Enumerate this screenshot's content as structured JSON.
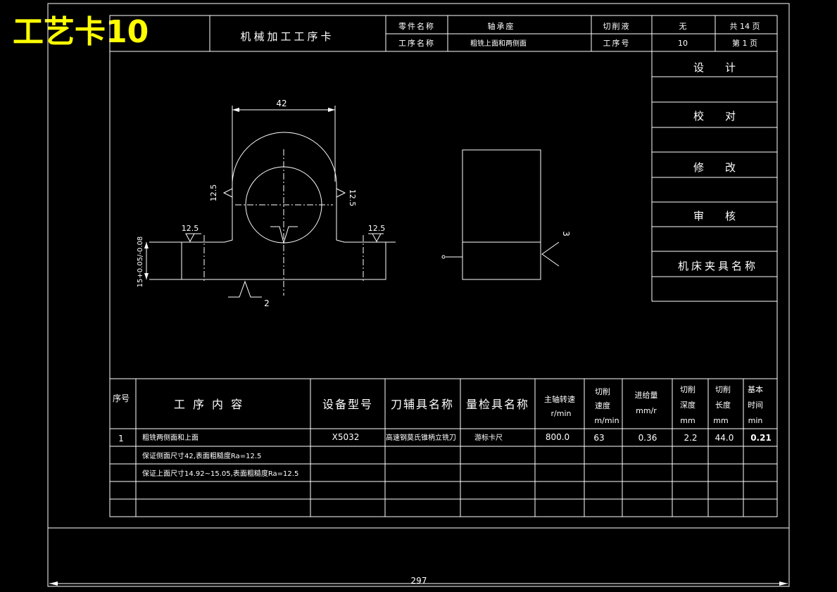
{
  "banner": {
    "title": "工艺卡10"
  },
  "header": {
    "card_title": "机械加工工序卡",
    "part_name_label": "零件名称",
    "part_name": "轴承座",
    "process_name_label": "工序名称",
    "process_name": "粗铣上面和两侧面",
    "coolant_label": "切削液",
    "coolant": "无",
    "total_pages": "共 14 页",
    "process_no_label": "工序号",
    "process_no": "10",
    "page_no": "第 1 页"
  },
  "signoff": {
    "design": "设　　计",
    "check": "校　　对",
    "revise": "修　　改",
    "review": "审　　核",
    "fixture_name": "机床夹具名称"
  },
  "drawing": {
    "dim_width": "42",
    "rough_left": "12.5",
    "rough_right": "12.5",
    "rough_base_left": "12.5",
    "rough_base_right": "12.5",
    "dim_height": "15+0.05/-0.08",
    "mark_2": "2",
    "mark_3": "3",
    "sheet_dim": "297"
  },
  "table": {
    "headers": {
      "seq": "序号",
      "content": "工 序 内 容",
      "equipment": "设备型号",
      "tool": "刀辅具名称",
      "gauge": "量检具名称",
      "spindle": [
        "主轴转速",
        "r/min"
      ],
      "speed": [
        "切削",
        "速度",
        "m/min"
      ],
      "feed": [
        "进给量",
        "mm/r"
      ],
      "depth": [
        "切削",
        "深度",
        "mm"
      ],
      "length": [
        "切削",
        "长度",
        "mm"
      ],
      "time": [
        "基本",
        "时间",
        "min"
      ]
    },
    "rows": [
      {
        "seq": "1",
        "content": "粗铣两侧面和上面",
        "equipment": "X5032",
        "tool": "高速钢莫氏锥柄立铣刀",
        "gauge": "游标卡尺",
        "spindle": "800.0",
        "speed": "63",
        "feed": "0.36",
        "depth": "2.2",
        "length": "44.0",
        "time": "0.21"
      },
      {
        "seq": "",
        "content": "保证侧面尺寸42,表面粗糙度Ra=12.5"
      },
      {
        "seq": "",
        "content": "保证上面尺寸14.92~15.05,表面粗糙度Ra=12.5"
      }
    ]
  }
}
